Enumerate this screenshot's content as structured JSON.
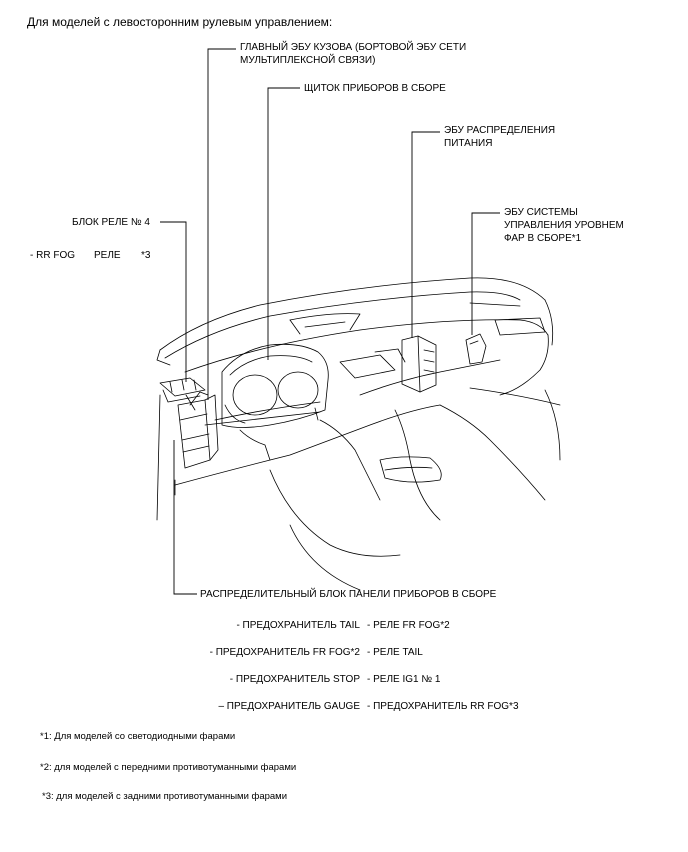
{
  "header": {
    "title": "Для моделей с левосторонним рулевым управлением:"
  },
  "callouts": {
    "main_body_ecu_1": "ГЛАВНЫЙ ЭБУ КУЗОВА (БОРТОВОЙ ЭБУ СЕТИ",
    "main_body_ecu_2": "МУЛЬТИПЛЕКСНОЙ СВЯЗИ)",
    "combination_meter": "ЩИТОК ПРИБОРОВ В СБОРЕ",
    "power_dist_ecu_1": "ЭБУ РАСПРЕДЕЛЕНИЯ",
    "power_dist_ecu_2": "ПИТАНИЯ",
    "leveling_ecu_1": "ЭБУ СИСТЕМЫ",
    "leveling_ecu_2": "УПРАВЛЕНИЯ УРОВНЕМ",
    "leveling_ecu_3": "ФАР В СБОРЕ*1",
    "relay_block": "БЛОК РЕЛЕ № 4",
    "relay_block_item_a": "- RR FOG",
    "relay_block_item_b": "РЕЛЕ",
    "relay_block_item_c": "*3",
    "instrument_panel_jb": "РАСПРЕДЕЛИТЕЛЬНЫЙ БЛОК ПАНЕЛИ ПРИБОРОВ В СБОРЕ"
  },
  "jb_items": {
    "left": [
      "- ПРЕДОХРАНИТЕЛЬ TAIL",
      "- ПРЕДОХРАНИТЕЛЬ FR FOG*2",
      "- ПРЕДОХРАНИТЕЛЬ STOP",
      "– ПРЕДОХРАНИТЕЛЬ GAUGE"
    ],
    "right": [
      "- РЕЛЕ FR FOG*2",
      "- РЕЛЕ TAIL",
      "- РЕЛЕ IG1 № 1",
      "- ПРЕДОХРАНИТЕЛЬ RR FOG*3"
    ]
  },
  "footnotes": [
    "*1: Для моделей со светодиодными фарами",
    "*2: для моделей с передними противотуманными фарами",
    "*3: для моделей с задними противотуманными фарами"
  ]
}
